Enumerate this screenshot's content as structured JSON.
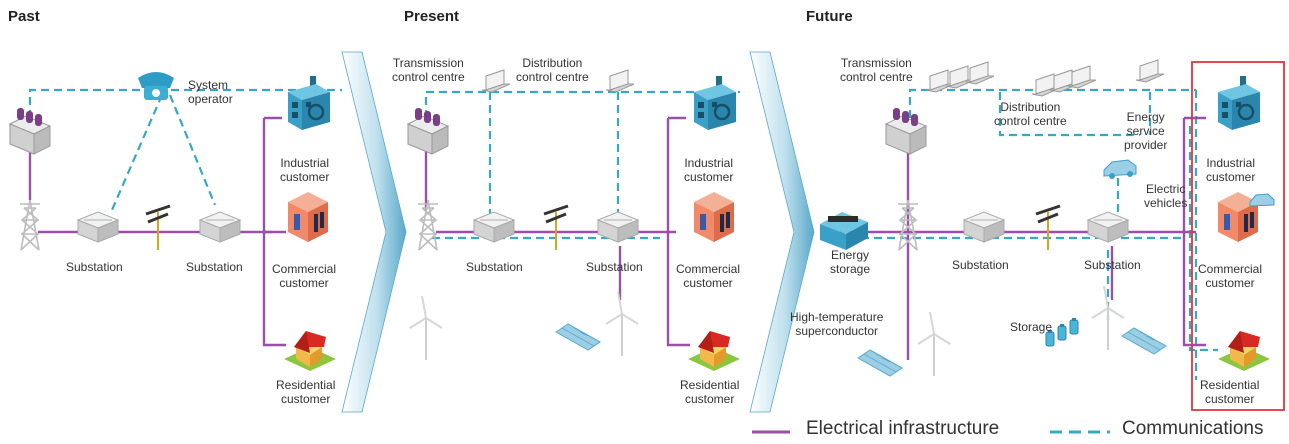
{
  "eras": {
    "past": "Past",
    "present": "Present",
    "future": "Future"
  },
  "past": {
    "system_operator": [
      "System",
      "operator"
    ],
    "substation_1": "Substation",
    "substation_2": "Substation",
    "industrial": [
      "Industrial",
      "customer"
    ],
    "commercial": [
      "Commercial",
      "customer"
    ],
    "residential": [
      "Residential",
      "customer"
    ]
  },
  "present": {
    "transmission": [
      "Transmission",
      "control centre"
    ],
    "distribution": [
      "Distribution",
      "control centre"
    ],
    "substation_1": "Substation",
    "substation_2": "Substation",
    "industrial": [
      "Industrial",
      "customer"
    ],
    "commercial": [
      "Commercial",
      "customer"
    ],
    "residential": [
      "Residential",
      "customer"
    ]
  },
  "future": {
    "transmission": [
      "Transmission",
      "control centre"
    ],
    "distribution": [
      "Distribution",
      "control centre"
    ],
    "energy_service": [
      "Energy",
      "service",
      "provider"
    ],
    "electric_vehicles": [
      "Electric",
      "vehicles"
    ],
    "energy_storage": [
      "Energy",
      "storage"
    ],
    "substation_1": "Substation",
    "substation_2": "Substation",
    "hts": [
      "High-temperature",
      "superconductor"
    ],
    "storage": "Storage",
    "industrial": [
      "Industrial",
      "customer"
    ],
    "commercial": [
      "Commercial",
      "customer"
    ],
    "residential": [
      "Residential",
      "customer"
    ]
  },
  "legend": {
    "electrical": "Electrical infrastructure",
    "communications": "Communications"
  },
  "colors": {
    "electrical": "#9b4fa8",
    "communications": "#36a8c4",
    "highlight_box": "#e0353c",
    "building_blue": "#3aa0c8",
    "commercial_orange": "#f08a6a",
    "house_red": "#d82a22"
  }
}
